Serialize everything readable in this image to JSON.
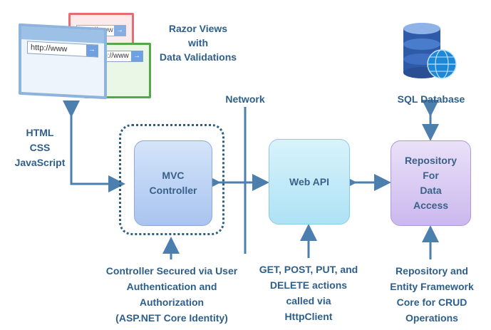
{
  "browser": {
    "url_front": "http://www",
    "url_red": "http://www",
    "url_green": "http://www"
  },
  "labels": {
    "razor": [
      "Razor Views",
      "with",
      "Data Validations"
    ],
    "network": "Network",
    "sql": "SQL Database",
    "html_css_js": [
      "HTML",
      "CSS",
      "JavaScript"
    ],
    "controller_note": [
      "Controller Secured via User",
      "Authentication and",
      "Authorization",
      "(ASP.NET Core Identity)"
    ],
    "api_note": [
      "GET, POST, PUT, and",
      "DELETE actions",
      "called via",
      "HttpClient"
    ],
    "repo_note": [
      "Repository and",
      "Entity Framework",
      "Core for CRUD",
      "Operations"
    ]
  },
  "boxes": {
    "mvc": [
      "MVC",
      "Controller"
    ],
    "api": [
      "Web API"
    ],
    "repo": [
      "Repository",
      "For",
      "Data",
      "Access"
    ]
  },
  "colors": {
    "text": "#2e5f8a",
    "arrow": "#4d7fae",
    "mvc_fill": "#bcd2f4",
    "api_fill": "#c3ebf8",
    "repo_fill": "#dccdf3"
  }
}
